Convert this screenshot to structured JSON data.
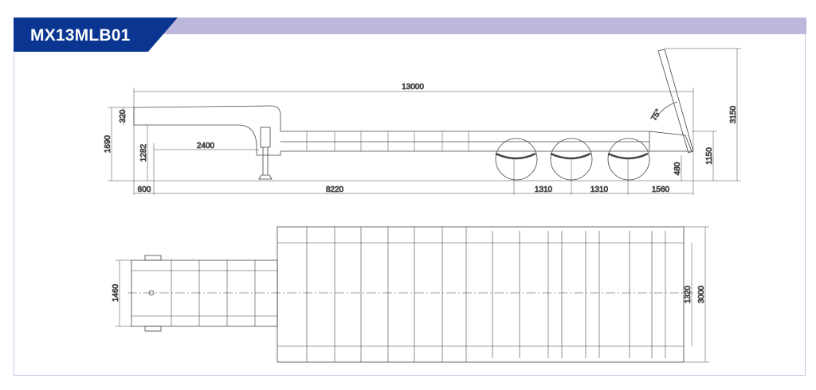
{
  "header": {
    "title": "MX13MLB01"
  },
  "side_view": {
    "dims": {
      "overall_length": "13000",
      "gooseneck_height": "320",
      "total_height": "1690",
      "coupling_height": "1282",
      "gooseneck_length": "2400",
      "front_overhang": "600",
      "kingpin_to_axle": "8220",
      "axle_spacing_1": "1310",
      "axle_spacing_2": "1310",
      "rear_overhang": "1560",
      "ramp_angle": "75°",
      "ramp_height": "3150",
      "deck_height": "1150",
      "ramp_bottom": "480"
    }
  },
  "plan_view": {
    "dims": {
      "neck_width": "1460",
      "inner_width": "1320",
      "deck_width": "3000"
    }
  }
}
